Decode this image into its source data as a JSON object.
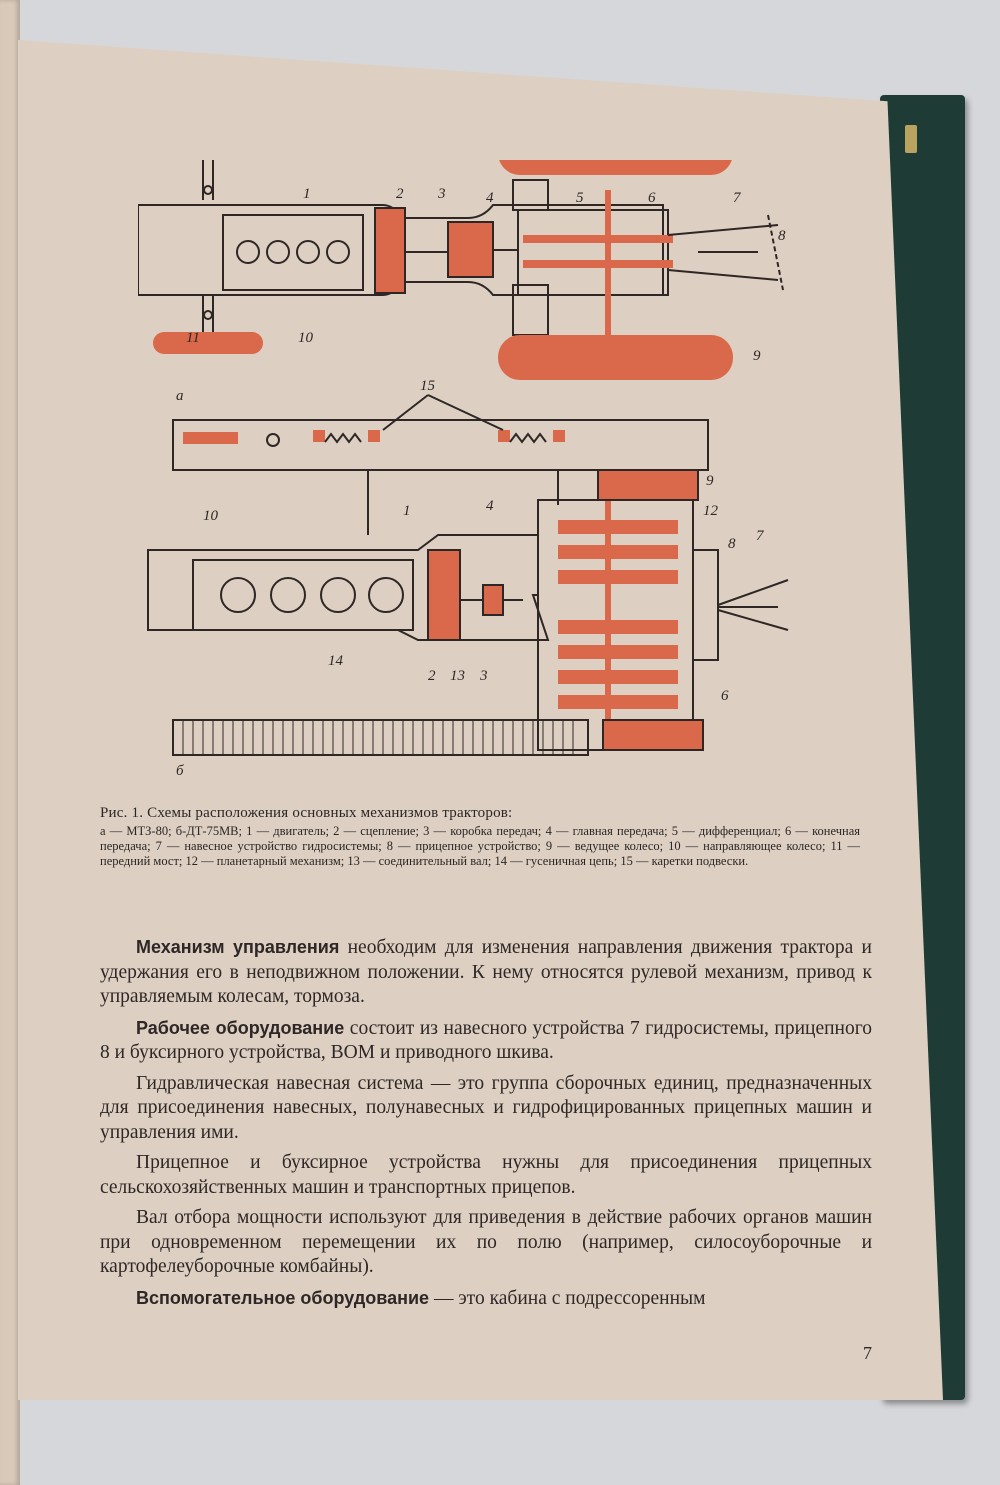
{
  "figure": {
    "panel_a_label": "а",
    "panel_b_label": "б",
    "labels_a": [
      "1",
      "2",
      "3",
      "4",
      "5",
      "6",
      "7",
      "8",
      "9",
      "10",
      "11"
    ],
    "labels_b": [
      "15",
      "9",
      "10",
      "12",
      "1",
      "4",
      "8",
      "7",
      "14",
      "2",
      "13",
      "3",
      "6"
    ],
    "caption_title": "Рис. 1. Схемы расположения основных механизмов тракторов:",
    "caption_legend": "а — МТЗ-80; б-ДТ-75МВ; 1 — двигатель; 2 — сцепление; 3 — коробка передач; 4 — главная передача; 5 — дифференциал; 6 — конечная передача; 7 — навесное устройство гидросистемы; 8 — прицепное устройство; 9 — ведущее колесо; 10 — направляющее колесо; 11 — передний мост; 12 — планетарный механизм; 13 — соединительный вал; 14 — гусеничная цепь; 15 — каретки подвески."
  },
  "body": {
    "p1_bold": "Механизм управления",
    "p1_rest": " необходим для изменения направления движения трактора и удержания его в неподвижном положении. К нему относятся рулевой механизм, привод к управляемым колесам, тормоза.",
    "p2_bold": "Рабочее оборудование",
    "p2_rest": " состоит из навесного устройства 7 гидросистемы, прицепного 8 и буксирного устройства, ВОМ и приводного шкива.",
    "p3": "Гидравлическая навесная система — это группа сборочных единиц, предназначенных для присоединения навесных, полунавесных и гидрофицированных прицепных машин и управления ими.",
    "p4": "Прицепное и буксирное устройства нужны для присоединения прицепных сельскохозяйственных машин и транспортных прицепов.",
    "p5": "Вал отбора мощности используют для приведения в действие рабочих органов машин при одновременном перемещении их по полю (например, силосоуборочные и картофелеуборочные комбайны).",
    "p6_bold": "Вспомогательное оборудование",
    "p6_rest": " — это кабина с подрессоренным"
  },
  "page_number": "7",
  "colors": {
    "accent": "#d9694a",
    "ink": "#2e2725",
    "paper": "#ddd0c3",
    "cover": "#1f3b36"
  }
}
